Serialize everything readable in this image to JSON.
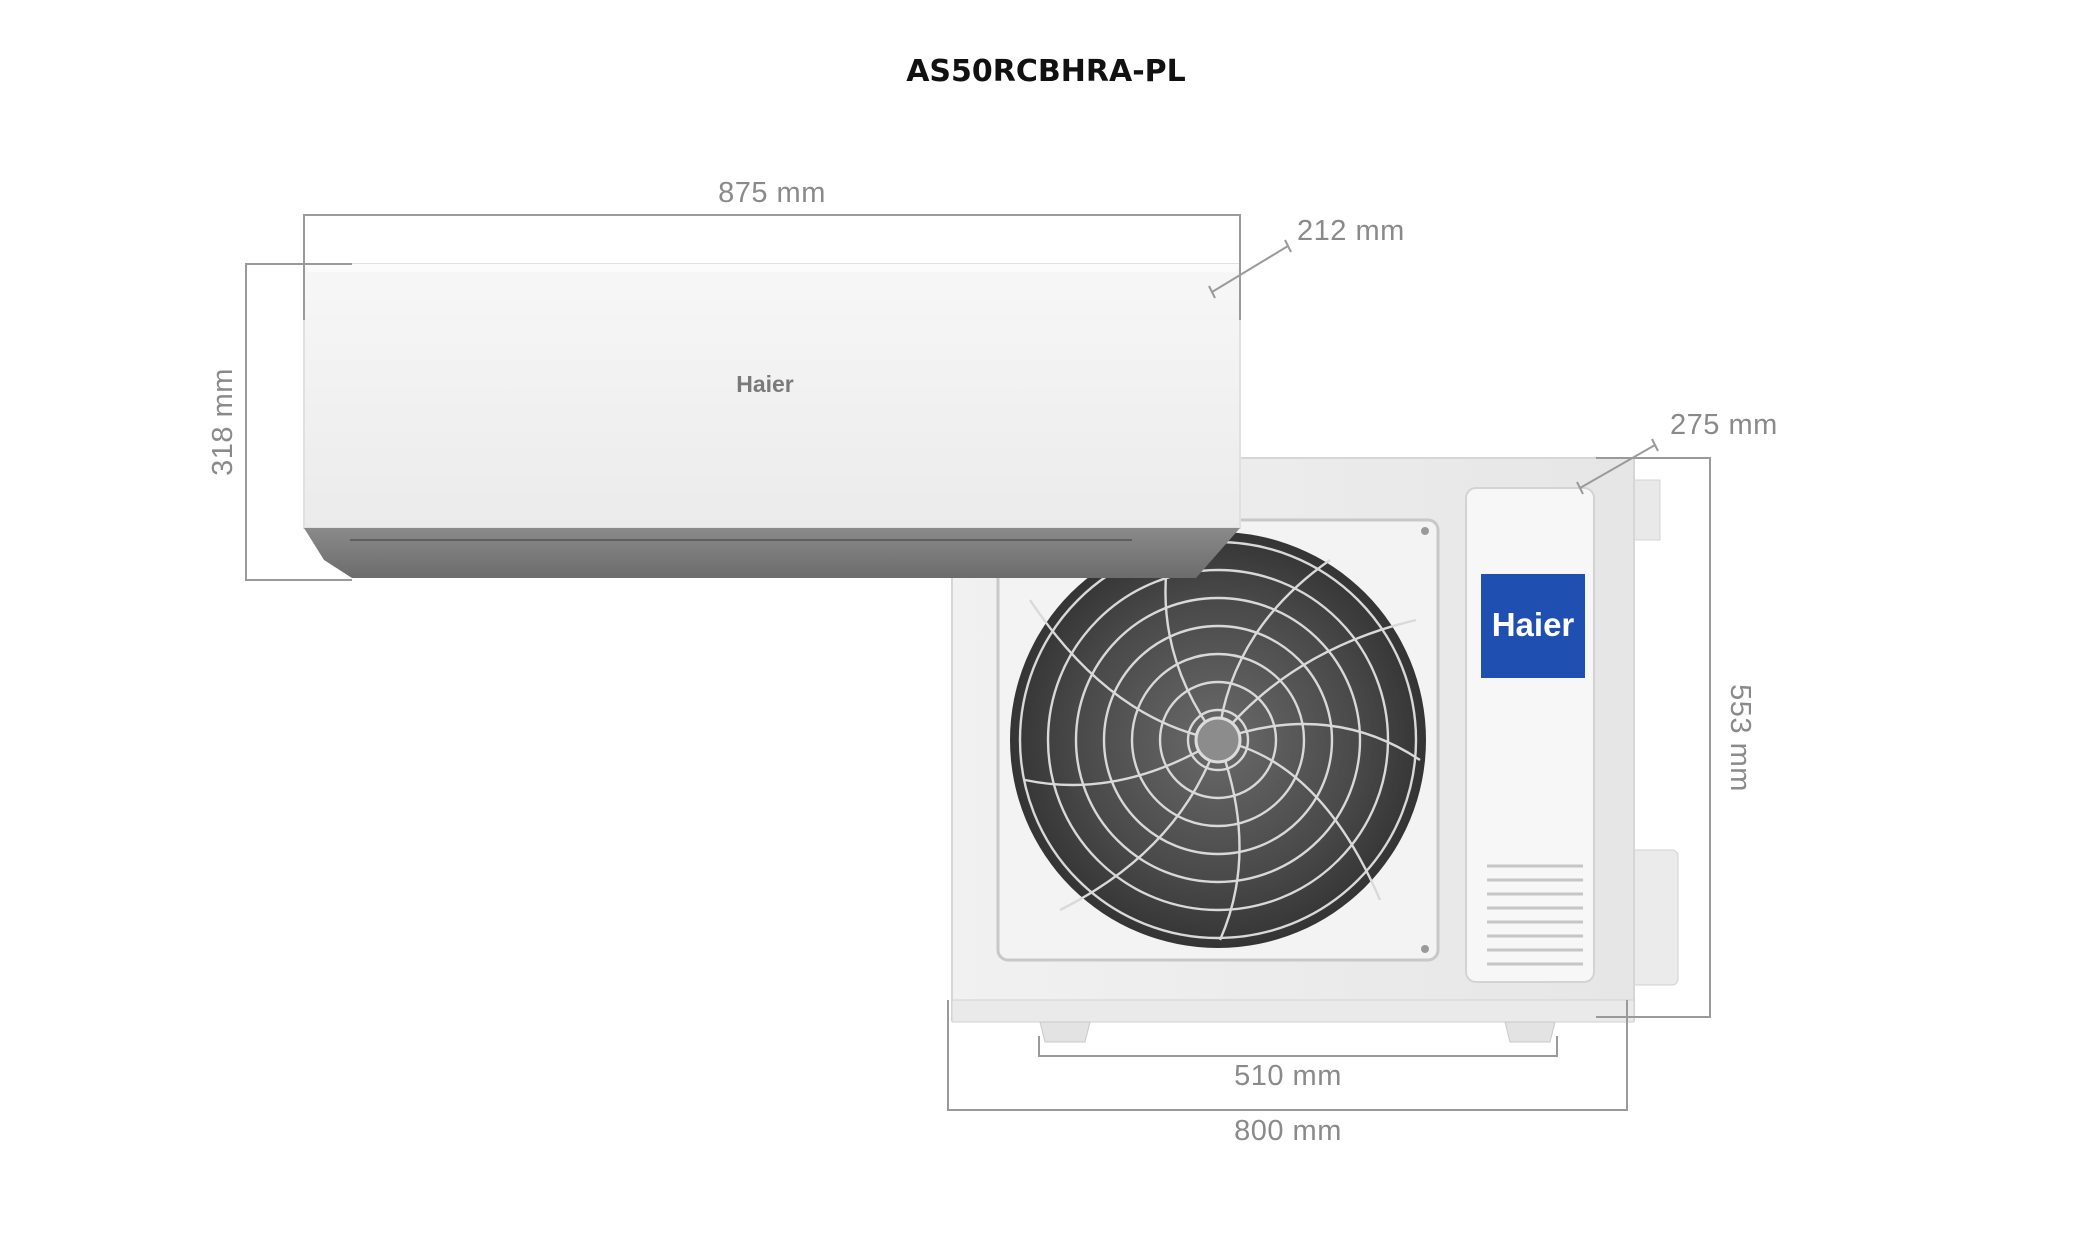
{
  "title": "AS50RCBHRA-PL",
  "indoor_unit": {
    "brand": "Haier",
    "width": "875 mm",
    "height": "318 mm",
    "depth": "212 mm"
  },
  "outdoor_unit": {
    "brand": "Haier",
    "width": "800 mm",
    "height": "553 mm",
    "depth": "275 mm",
    "foot_spacing": "510 mm"
  },
  "colors": {
    "dimension": "#9a9a9a",
    "label": "#8a8a8a",
    "brand_badge": "#1f4fb0",
    "unit_body": "#f2f2f2",
    "indoor_bottom": "#7b7b7b"
  }
}
